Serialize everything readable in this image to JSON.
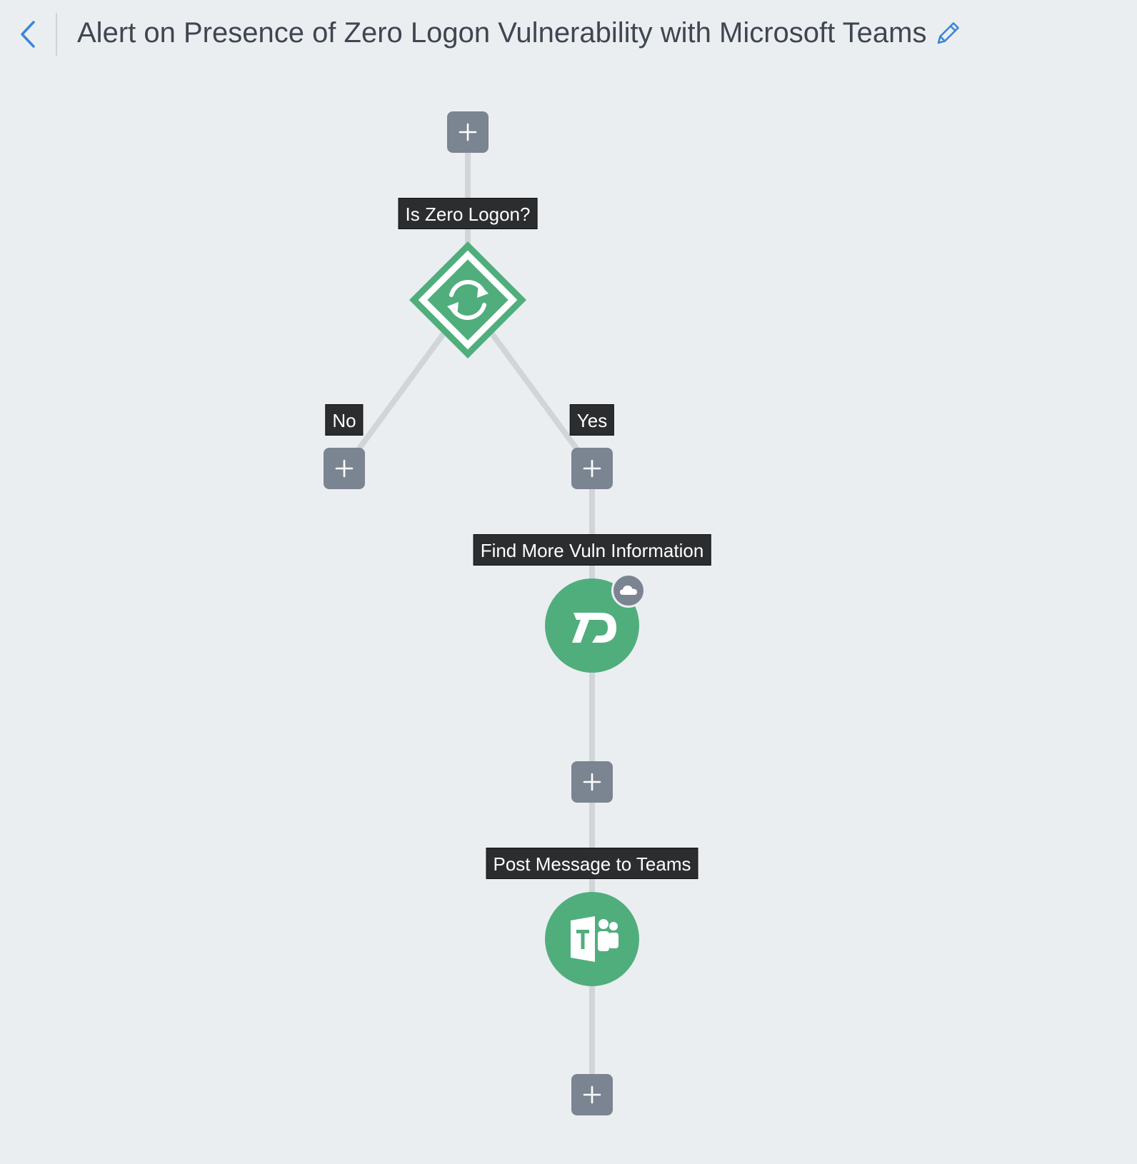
{
  "header": {
    "title": "Alert on Presence of Zero Logon Vulnerability with Microsoft Teams",
    "back_icon": "chevron-left-icon",
    "edit_icon": "pencil-icon"
  },
  "workflow": {
    "steps": [
      {
        "type": "decision",
        "label": "Is Zero Logon?",
        "icon": "loop-arrows-icon"
      },
      {
        "type": "action",
        "label": "Find More Vuln Information",
        "icon": "rapid7-logo-icon",
        "badge_icon": "cloud-icon"
      },
      {
        "type": "action",
        "label": "Post Message to Teams",
        "icon": "microsoft-teams-logo-icon"
      }
    ],
    "branches": {
      "no_label": "No",
      "yes_label": "Yes"
    },
    "add_step_icon": "plus-icon"
  },
  "colors": {
    "background": "#ebeef1",
    "node_green": "#50ae7d",
    "add_button_gray": "#7b8591",
    "connector_gray": "#d2d5d8",
    "label_background": "#2b2d2f",
    "accent_blue": "#3b86d6"
  }
}
